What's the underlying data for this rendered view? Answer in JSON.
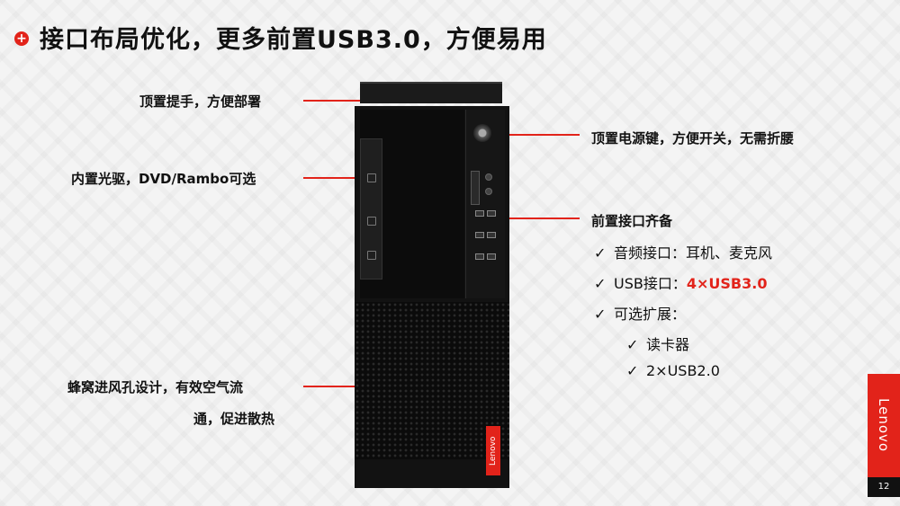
{
  "slide": {
    "title": "接口布局优化，更多前置USB3.0，方便易用",
    "bullet_icon": "plus-circle-icon",
    "page_number": "12",
    "brand": "Lenovo",
    "accent_color": "#e2231a"
  },
  "callouts": {
    "top_handle": "顶置提手，方便部署",
    "optical_drive": "内置光驱，DVD/Rambo可选",
    "honeycomb_line1": "蜂窝进风孔设计，有效空气流",
    "honeycomb_line2": "通，促进散热",
    "power_key": "顶置电源键，方便开关，无需折腰",
    "front_ports_heading": "前置接口齐备"
  },
  "ports_list": {
    "audio": "音频接口：耳机、麦克风",
    "usb_prefix": "USB接口：",
    "usb_value": "4×USB3.0",
    "optional": "可选扩展：",
    "card_reader": "读卡器",
    "usb2": "2×USB2.0",
    "check_glyph": "✓"
  },
  "tower_logo": "Lenovo"
}
